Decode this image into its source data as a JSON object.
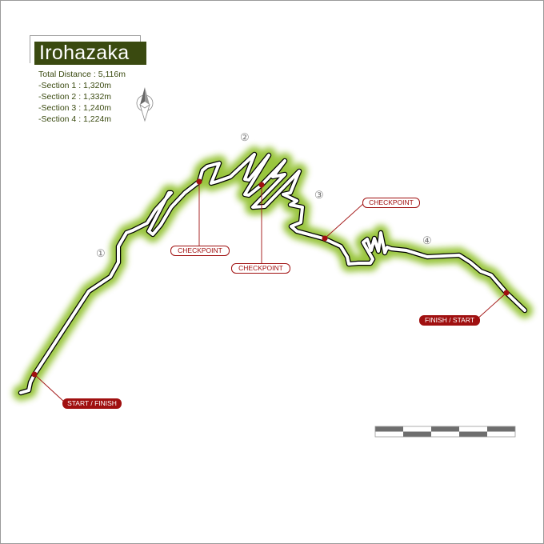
{
  "title": "Irohazaka",
  "stats": {
    "total": "Total Distance : 5,116m",
    "sections": [
      "-Section 1 : 1,320m",
      "-Section 2 : 1,332m",
      "-Section 3 : 1,240m",
      "-Section 4 : 1,224m"
    ]
  },
  "labels": {
    "start_finish": "START / FINISH",
    "checkpoint_1": "CHECKPOINT",
    "checkpoint_2": "CHECKPOINT",
    "checkpoint_3": "CHECKPOINT",
    "finish_start": "FINISH / START"
  },
  "section_numbers": [
    "①",
    "②",
    "③",
    "④"
  ],
  "icons": {
    "compass": "north-arrow-compass-icon"
  },
  "colors": {
    "title_bg": "#3a4a10",
    "glow": "#8fc02a",
    "marker": "#a01010",
    "scale_dark": "#6e6e6e"
  }
}
